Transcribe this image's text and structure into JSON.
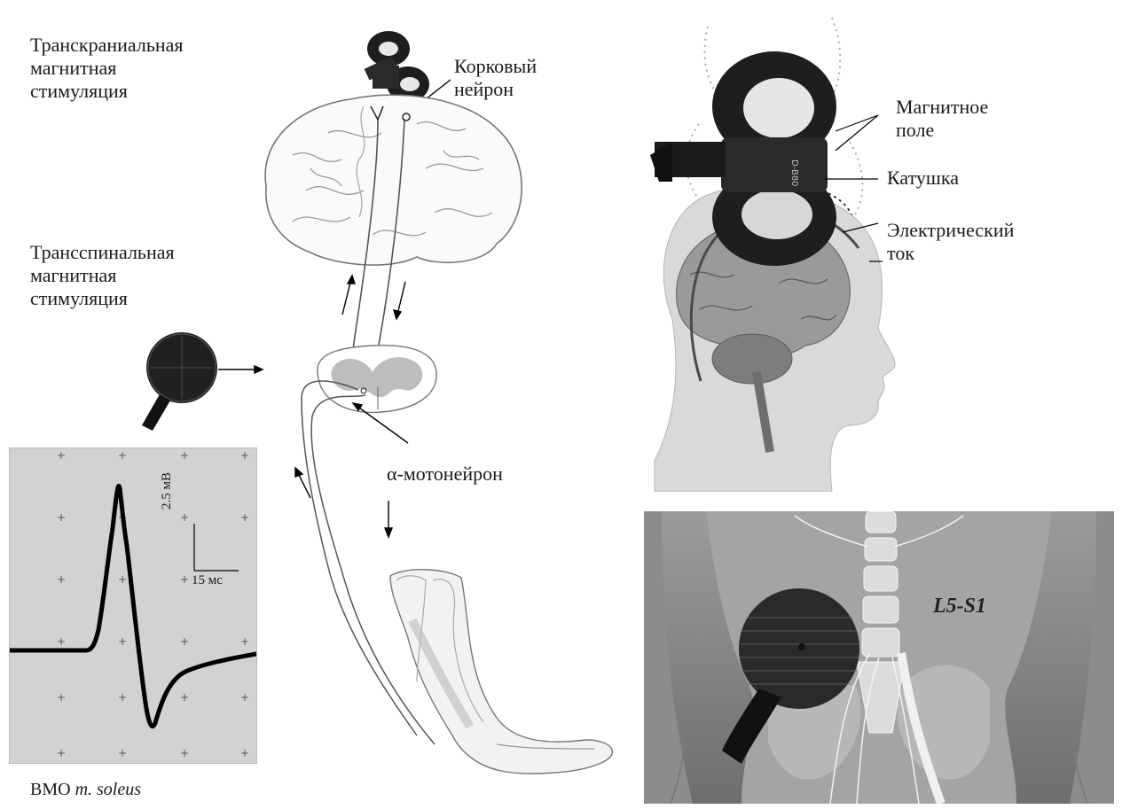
{
  "labels": {
    "tms": "Транскраниальная\nмагнитная\nстимуляция",
    "tsms": "Трансспинальная\nмагнитная\nстимуляция",
    "cortical_neuron": "Корковый\nнейрон",
    "alpha_motoneuron": "α-мотонейрон",
    "magnetic_field": "Магнитное\nполе",
    "coil": "Катушка",
    "electric_current": "Электрический\nток",
    "level": "L5-S1",
    "scale_voltage": "2.5 мВ",
    "scale_time": "15 мс",
    "caption_prefix": "ВМО ",
    "caption_muscle": "m. soleus",
    "coil_brand": "D-B80"
  },
  "colors": {
    "grid_bg": "#d2d2d2",
    "trace": "#000000",
    "back_bg": "#8a8a8a",
    "coil": "#1e1e1e"
  }
}
